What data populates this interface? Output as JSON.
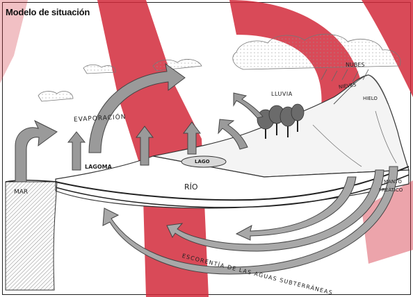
{
  "title": "Modelo de situación",
  "labels": {
    "evaporacion": "EVAPORACIÓN",
    "lluvia": "LLUVIA",
    "nubes": "NUBES",
    "nieves": "NIEVES",
    "hielo": "HIELO",
    "lagoma": "LAGOMA",
    "lago": "LAGO",
    "rio": "RÍO",
    "mar": "MAR",
    "manto": "MANTO",
    "freatico": "FREÁTICO",
    "escorrentia": "ESCORENTÍA DE LAS AGUAS SUBTERRÁNEAS"
  },
  "colors": {
    "watermark": "#d22a3a",
    "ink": "#222222",
    "arrow_fill": "#9a9a9a"
  }
}
